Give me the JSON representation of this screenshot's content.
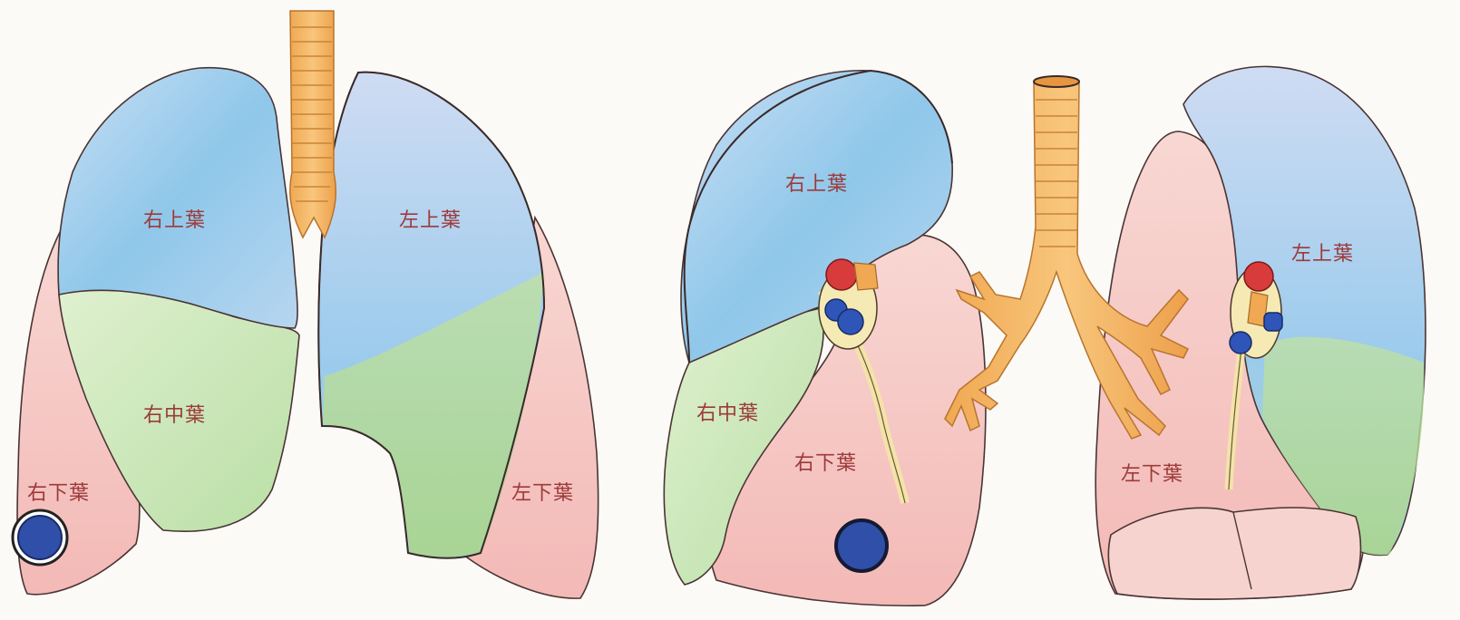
{
  "front_view": {
    "labels": {
      "right_upper": "右上葉",
      "right_middle": "右中葉",
      "right_lower": "右下葉",
      "left_upper": "左上葉",
      "left_lower": "左下葉"
    }
  },
  "side_view": {
    "labels": {
      "right_upper": "右上葉",
      "right_middle": "右中葉",
      "right_lower": "右下葉",
      "left_upper": "左上葉",
      "left_lower": "左下葉"
    }
  },
  "colors": {
    "upper_lobe": "#9fd0ec",
    "middle_lobe": "#cfe7bf",
    "lower_lobe": "#f6c9c6",
    "trachea": "#f3b562",
    "lesion": "#2f4fa8",
    "artery": "#d83b3b",
    "vein": "#2f55b8"
  }
}
